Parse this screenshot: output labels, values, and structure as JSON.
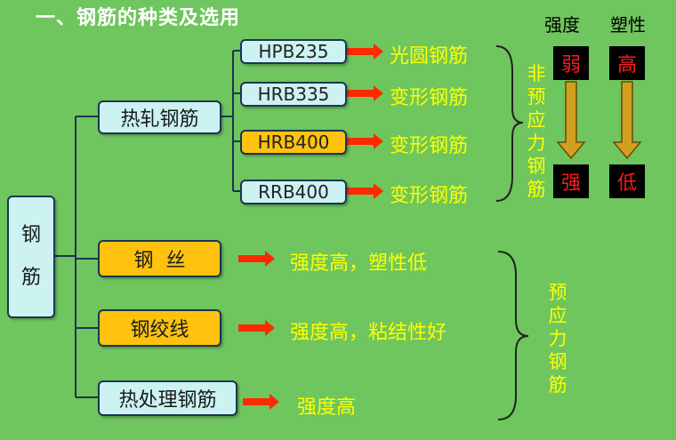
{
  "title": "一、钢筋的种类及选用",
  "root": "钢筋",
  "hot_rolled": {
    "label": "热轧钢筋",
    "grades": [
      {
        "name": "HPB235",
        "desc": "光圆钢筋"
      },
      {
        "name": "HRB335",
        "desc": "变形钢筋"
      },
      {
        "name": "HRB400",
        "desc": "变形钢筋"
      },
      {
        "name": "RRB400",
        "desc": "变形钢筋"
      }
    ]
  },
  "categories": [
    {
      "label": "钢  丝",
      "desc": "强度高，塑性低"
    },
    {
      "label": "钢绞线",
      "desc": "强度高，粘结性好"
    },
    {
      "label": "热处理钢筋",
      "desc": "强度高"
    }
  ],
  "non_prestressed": "非预应力钢筋",
  "prestressed": "预应力钢筋",
  "trend": {
    "strength": {
      "header": "强度",
      "top": "弱",
      "bottom": "强"
    },
    "plasticity": {
      "header": "塑性",
      "top": "高",
      "bottom": "低"
    }
  },
  "colors": {
    "background": "#6fc55e",
    "accent_text": "#ffff00",
    "arrow": "#ff2a00",
    "trend_arrow": "#d2a020"
  }
}
